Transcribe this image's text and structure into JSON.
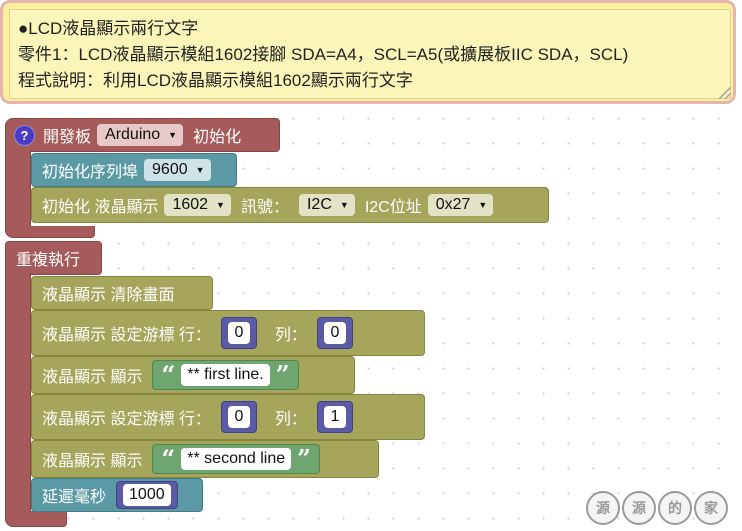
{
  "comment": {
    "line1": "●LCD液晶顯示兩行文字",
    "line2": "零件1：LCD液晶顯示模組1602接腳 SDA=A4，SCL=A5(或擴展板IIC SDA，SCL)",
    "line3": "程式說明：利用LCD液晶顯示模組1602顯示兩行文字"
  },
  "setup": {
    "help": "?",
    "label_open": "開發板",
    "board": "Arduino",
    "label_init": "初始化",
    "serial_label": "初始化序列埠",
    "baud": "9600",
    "lcd_init_label": "初始化 液晶顯示",
    "lcd_model": "1602",
    "signal_label": "訊號：",
    "signal": "I2C",
    "address_label": "I2C位址",
    "address": "0x27"
  },
  "loop": {
    "label": "重複執行",
    "clear": "液晶顯示 清除畫面",
    "cursor1": {
      "label": "液晶顯示 設定游標 行：",
      "row": "0",
      "col_label": "列：",
      "col": "0"
    },
    "print1": {
      "label": "液晶顯示 顯示",
      "text": "** first line."
    },
    "cursor2": {
      "label": "液晶顯示 設定游標 行：",
      "row": "0",
      "col_label": "列：",
      "col": "1"
    },
    "print2": {
      "label": "液晶顯示 顯示",
      "text": "** second line"
    },
    "delay": {
      "label": "延遲毫秒",
      "value": "1000"
    }
  },
  "quote_open": "“",
  "quote_close": "”",
  "dropdown_arrow": "▼",
  "logo": [
    "源",
    "源",
    "的",
    "家"
  ],
  "colors": {
    "setup_block": "#a55b5b",
    "lcd_block": "#a5a55b",
    "serial_block": "#5b9aa5",
    "number_block": "#5b5ba5",
    "comment_bg": "#fbf5ba"
  }
}
